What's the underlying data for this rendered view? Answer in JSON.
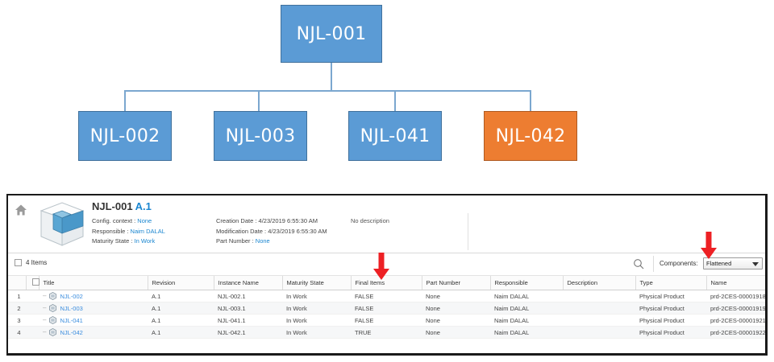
{
  "tree": {
    "root": {
      "label": "NJL-001",
      "color": "#5B9BD5"
    },
    "children": [
      {
        "label": "NJL-002",
        "color": "#5B9BD5"
      },
      {
        "label": "NJL-003",
        "color": "#5B9BD5"
      },
      {
        "label": "NJL-041",
        "color": "#5B9BD5"
      },
      {
        "label": "NJL-042",
        "color": "#ED7D31"
      }
    ]
  },
  "panel": {
    "header": {
      "home_icon": "home-icon",
      "product_icon": "cube-icon",
      "title": "NJL-001",
      "revision": "A.1",
      "col1": [
        {
          "label": "Config. context :",
          "value": "None"
        },
        {
          "label": "Responsible :",
          "value": "Naim DALAL"
        },
        {
          "label": "Maturity State :",
          "value": "In Work"
        }
      ],
      "col2": [
        {
          "label": "Creation Date :",
          "value": "4/23/2019 6:55:30 AM"
        },
        {
          "label": "Modification Date :",
          "value": "4/23/2019 6:55:30 AM"
        },
        {
          "label": "Part Number :",
          "value": "None"
        }
      ],
      "description": "No description"
    },
    "toolbar": {
      "items_count_label": "4 Items",
      "search_icon": "search-icon",
      "components_label": "Components:",
      "components_value": "Flattened",
      "components_options": [
        "Flattened"
      ]
    },
    "table": {
      "columns": [
        "Title",
        "Revision",
        "Instance Name",
        "Maturity State",
        "Final Items",
        "Part Number",
        "Responsible",
        "Description",
        "Type",
        "Name"
      ],
      "rows": [
        {
          "n": "1",
          "title": "NJL-002",
          "revision": "A.1",
          "instance": "NJL-002.1",
          "maturity": "In Work",
          "final": "FALSE",
          "part": "None",
          "responsible": "Naim DALAL",
          "description": "",
          "type": "Physical Product",
          "name": "prd-2CES-00001918"
        },
        {
          "n": "2",
          "title": "NJL-003",
          "revision": "A.1",
          "instance": "NJL-003.1",
          "maturity": "In Work",
          "final": "FALSE",
          "part": "None",
          "responsible": "Naim DALAL",
          "description": "",
          "type": "Physical Product",
          "name": "prd-2CES-00001919"
        },
        {
          "n": "3",
          "title": "NJL-041",
          "revision": "A.1",
          "instance": "NJL-041.1",
          "maturity": "In Work",
          "final": "FALSE",
          "part": "None",
          "responsible": "Naim DALAL",
          "description": "",
          "type": "Physical Product",
          "name": "prd-2CES-00001921"
        },
        {
          "n": "4",
          "title": "NJL-042",
          "revision": "A.1",
          "instance": "NJL-042.1",
          "maturity": "In Work",
          "final": "TRUE",
          "part": "None",
          "responsible": "Naim DALAL",
          "description": "",
          "type": "Physical Product",
          "name": "prd-2CES-00001922"
        }
      ]
    }
  },
  "annotations": {
    "arrow_color": "#ED2024",
    "arrows": [
      {
        "name": "final-items-arrow"
      },
      {
        "name": "components-dropdown-arrow"
      }
    ]
  }
}
